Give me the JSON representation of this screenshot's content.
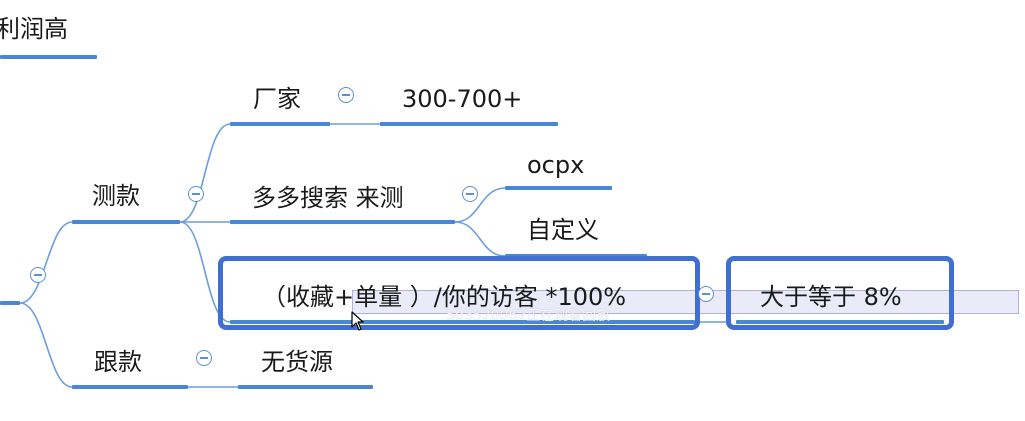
{
  "root": {
    "label": "利润高"
  },
  "branches": {
    "test": {
      "label": "测款"
    },
    "follow": {
      "label": "跟款"
    }
  },
  "test_children": {
    "factory": {
      "label": "厂家",
      "value": "300-700+"
    },
    "search": {
      "label": "多多搜索  来测",
      "children": [
        "ocpx",
        "自定义"
      ]
    },
    "formula": {
      "label": "（收藏+单量  ）/你的访客 *100%",
      "threshold": "大于等于 8%"
    }
  },
  "follow_children": {
    "source": {
      "label": "无货源"
    }
  },
  "watermark": {
    "text": "503520062正在观看回放"
  }
}
